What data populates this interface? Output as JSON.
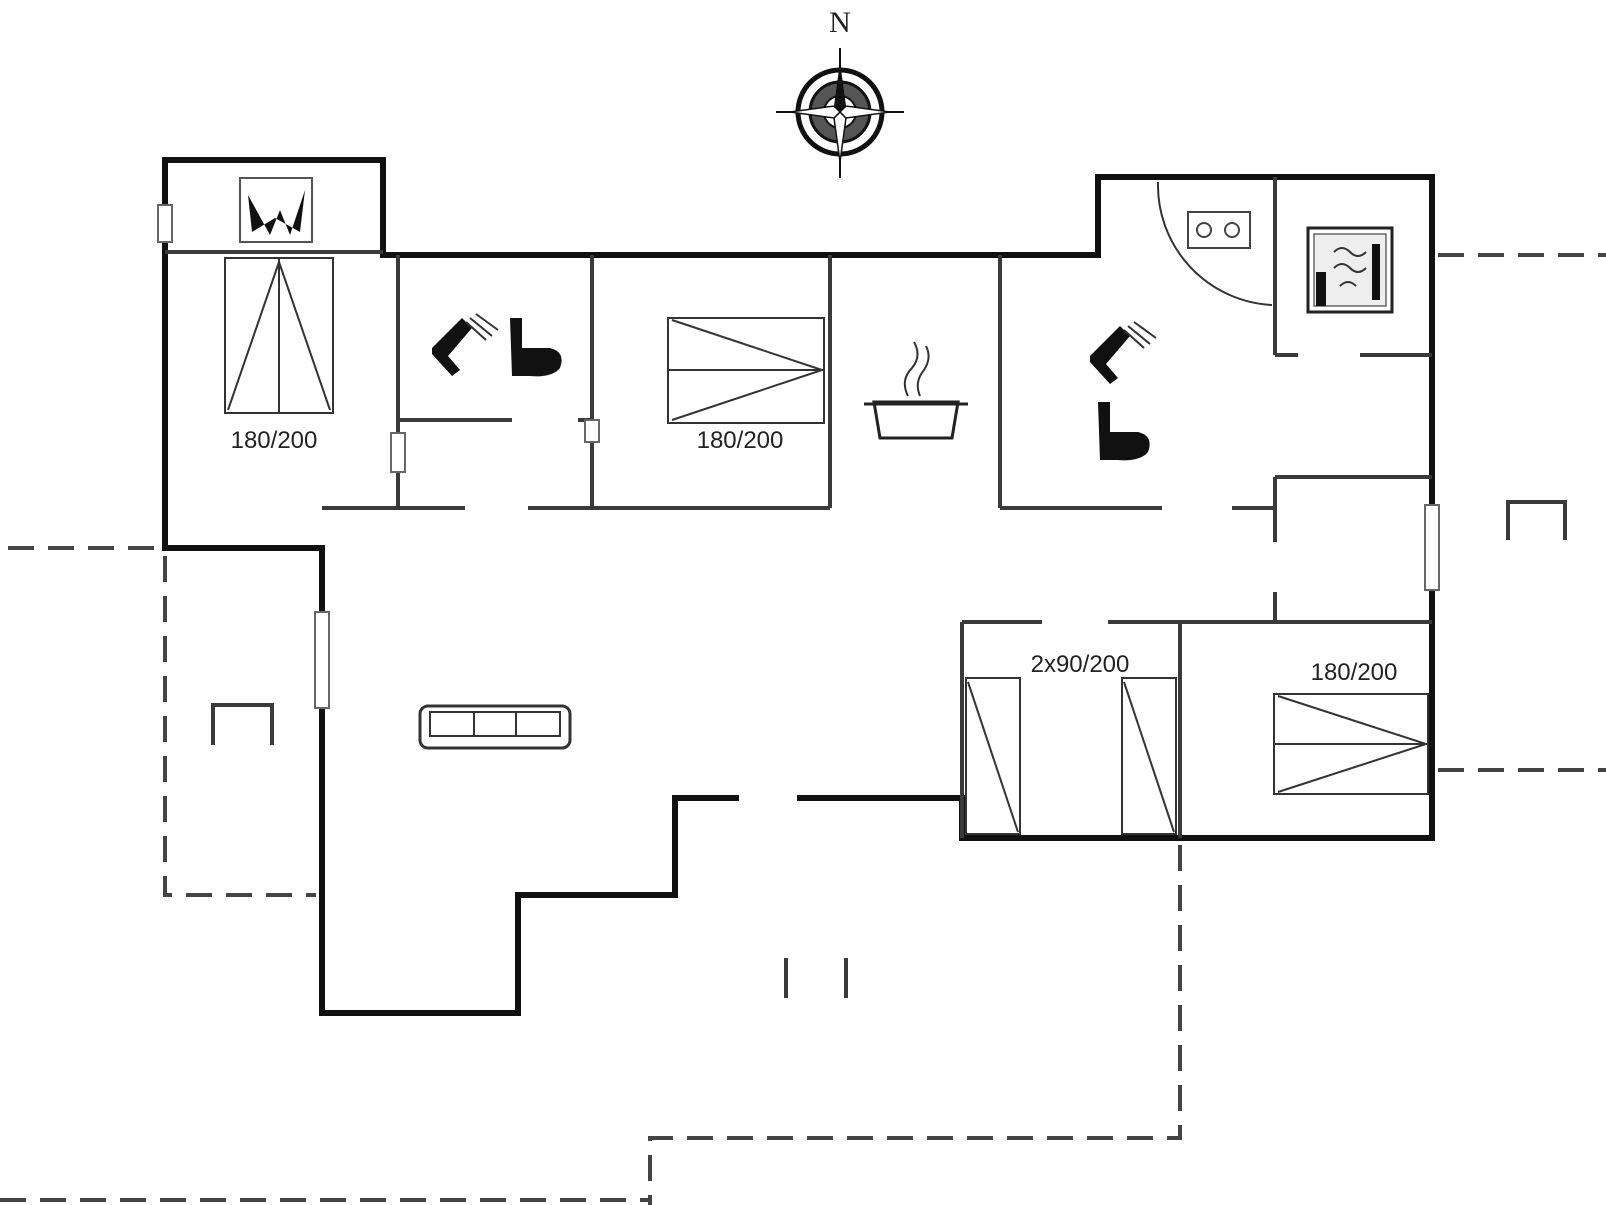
{
  "compass": {
    "label": "N"
  },
  "rooms": {
    "bedroom_1_bed": "180/200",
    "bedroom_2_bed": "180/200",
    "bedroom_3_bed": "2x90/200",
    "bedroom_4_bed": "180/200"
  },
  "icons": {
    "sauna": "sauna-icon",
    "toilet": "toilet-icon",
    "shower": "shower-icon",
    "kitchen": "cooking-pot-icon",
    "washing": "washing-machine-icon",
    "sofa": "sofa-icon",
    "terrace_chair": "terrace-chair-icon"
  }
}
